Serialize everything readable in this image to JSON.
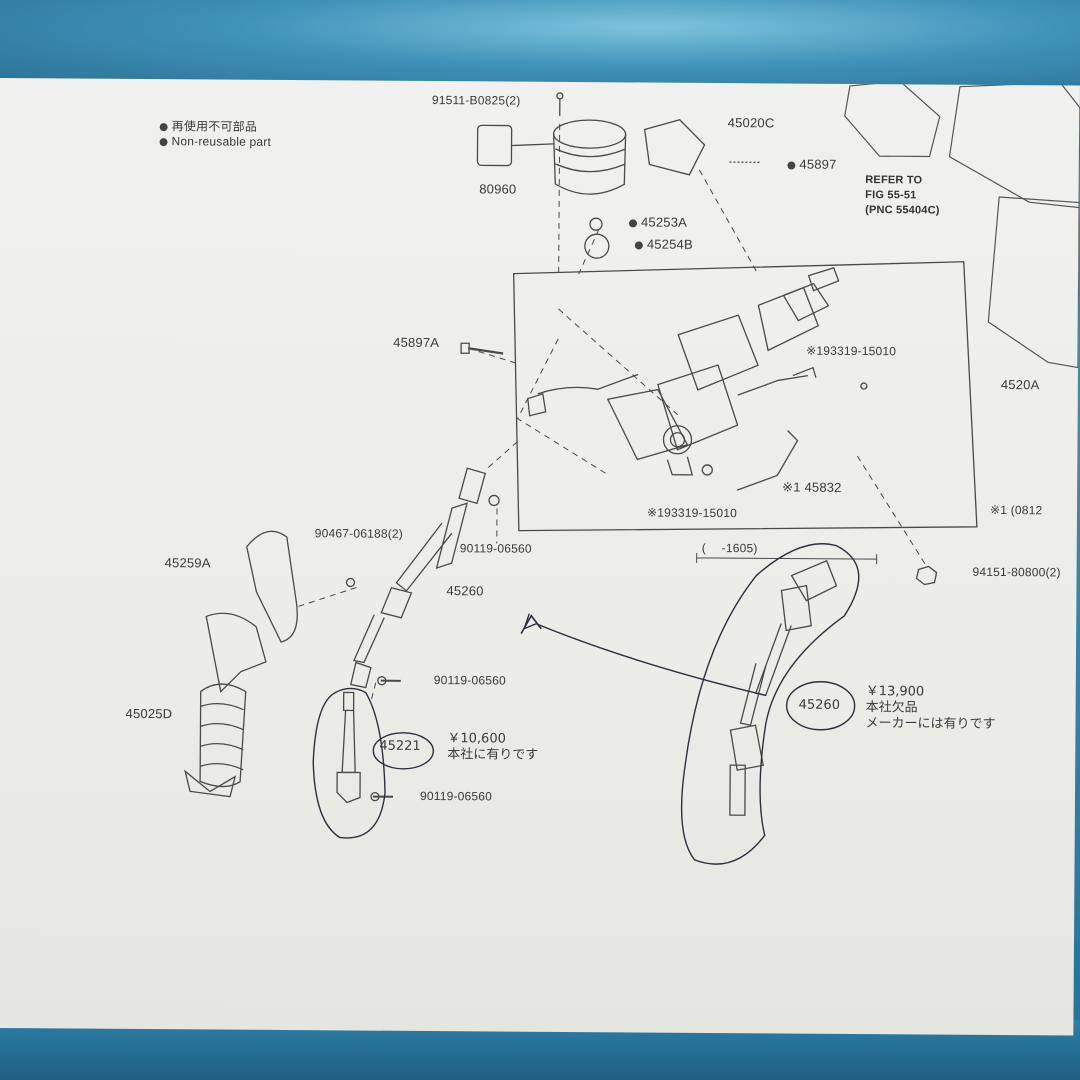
{
  "legend": {
    "jp": "再使用不可部品",
    "en": "Non-reusable part"
  },
  "labels": {
    "p91511": "91511-B0825(2)",
    "p80960": "80960",
    "p45020C": "45020C",
    "p45897": "45897",
    "p45253A": "45253A",
    "p45254B": "45254B",
    "refer1": "REFER TO",
    "refer2": "FIG 55-51",
    "refer3": "(PNC 55404C)",
    "p45897A": "45897A",
    "p193319a": "※193319-15010",
    "p4520A": "4520A",
    "p45832": "※1 45832",
    "p193319b": "※193319-15010",
    "p10812": "※1 (0812",
    "p90467": "90467-06188(2)",
    "p90119a": "90119-06560",
    "p45259A": "45259A",
    "p45260": "45260",
    "p94151": "94151-80800(2)",
    "p1605": "(　 -1605)",
    "p90119b": "90119-06560",
    "p45025D": "45025D",
    "p90119c": "90119-06560"
  },
  "notes": {
    "left_code": "45221",
    "left_price": "￥10,600",
    "left_text": "本社に有りです",
    "right_code": "45260",
    "right_price": "￥13,900",
    "right_text1": "本社欠品",
    "right_text2": "メーカーには有りです"
  }
}
